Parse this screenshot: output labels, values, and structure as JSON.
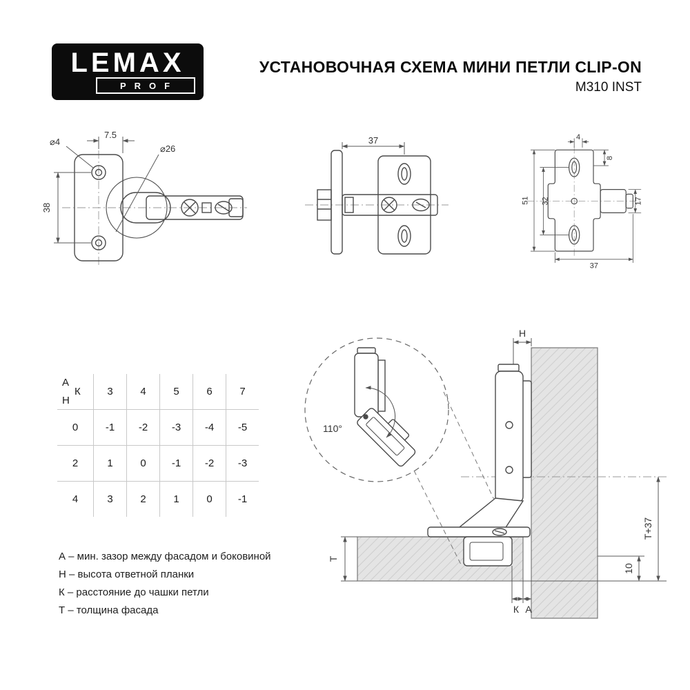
{
  "header": {
    "logo_brand": "LEMAX",
    "logo_sub": "PROF",
    "title": "УСТАНОВОЧНАЯ СХЕМА МИНИ ПЕТЛИ CLIP-ON",
    "subtitle": "M310 INST"
  },
  "drawing_front": {
    "dim_offset": "7.5",
    "dim_screw": "⌀4",
    "dim_cup": "⌀26",
    "dim_height": "38"
  },
  "drawing_side": {
    "dim_width": "37"
  },
  "drawing_plate": {
    "dim_top": "4",
    "dim_slot": "8",
    "dim_height": "51",
    "dim_holes": "32",
    "dim_arm": "17",
    "dim_width": "37"
  },
  "table": {
    "corner_a": "А",
    "corner_k": "К",
    "corner_h": "Н",
    "columns": [
      "3",
      "4",
      "5",
      "6",
      "7"
    ],
    "rows": [
      {
        "h": "0",
        "values": [
          "-1",
          "-2",
          "-3",
          "-4",
          "-5"
        ]
      },
      {
        "h": "2",
        "values": [
          "1",
          "0",
          "-1",
          "-2",
          "-3"
        ]
      },
      {
        "h": "4",
        "values": [
          "3",
          "2",
          "1",
          "0",
          "-1"
        ]
      }
    ]
  },
  "legend": {
    "items": [
      "А – мин. зазор между фасадом и боковиной",
      "Н – высота ответной планки",
      "К – расстояние до чашки петли",
      "Т – толщина фасада"
    ]
  },
  "install": {
    "dim_plate_height": "Н",
    "angle": "110°",
    "dim_thickness": "Т",
    "dim_depth": "Т+37",
    "dim_min": "10",
    "dim_cup_dist": "К",
    "dim_gap": "А"
  }
}
